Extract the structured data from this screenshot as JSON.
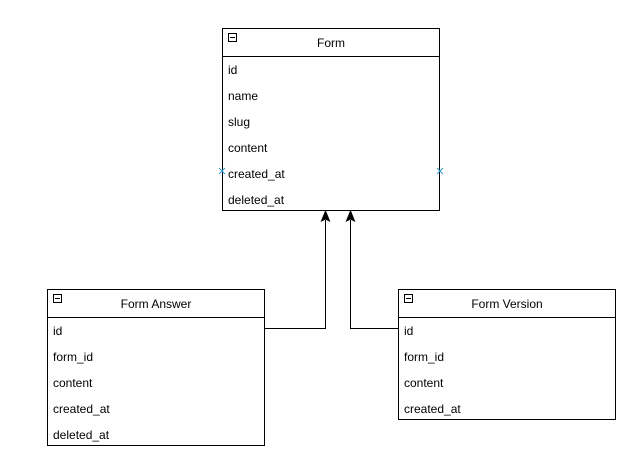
{
  "entities": {
    "form": {
      "title": "Form",
      "fields": [
        "id",
        "name",
        "slug",
        "content",
        "created_at",
        "deleted_at"
      ]
    },
    "form_answer": {
      "title": "Form Answer",
      "fields": [
        "id",
        "form_id",
        "content",
        "created_at",
        "deleted_at"
      ]
    },
    "form_version": {
      "title": "Form Version",
      "fields": [
        "id",
        "form_id",
        "content",
        "created_at"
      ]
    }
  },
  "relations": [
    {
      "from": "form_answer",
      "to": "form"
    },
    {
      "from": "form_version",
      "to": "form"
    }
  ],
  "colors": {
    "line": "#000000",
    "connection_point": "#3399cc"
  }
}
